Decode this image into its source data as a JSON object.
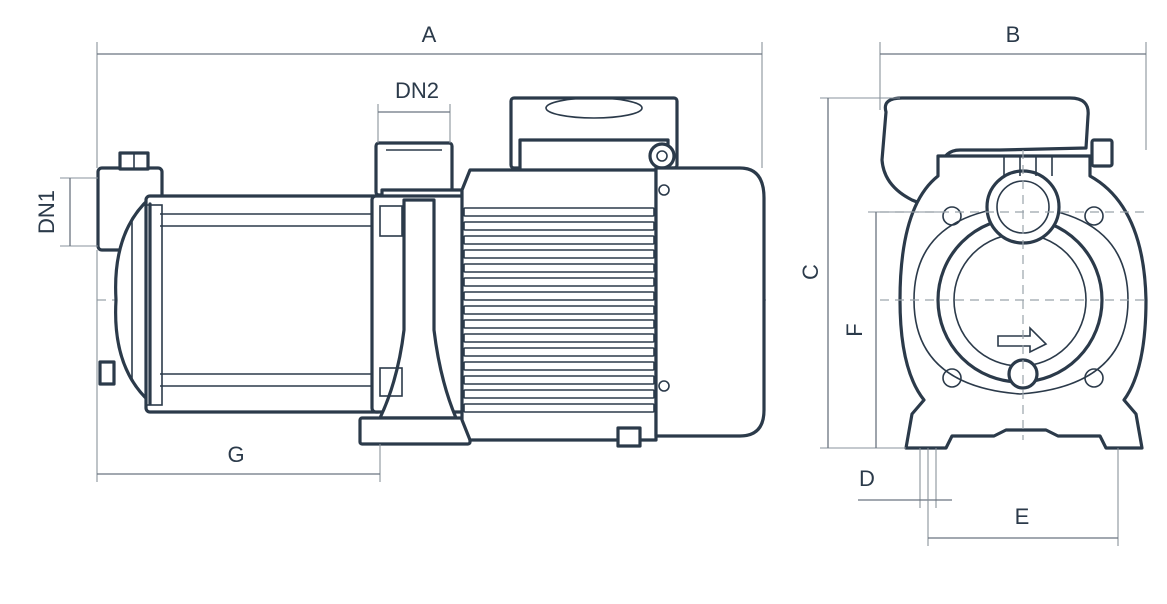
{
  "labels": {
    "A": "A",
    "B": "B",
    "C": "C",
    "D": "D",
    "E": "E",
    "F": "F",
    "G": "G",
    "DN1": "DN1",
    "DN2": "DN2"
  },
  "colors": {
    "outline": "#2b3a4a",
    "dimension": "#6a7480",
    "background": "#ffffff"
  }
}
